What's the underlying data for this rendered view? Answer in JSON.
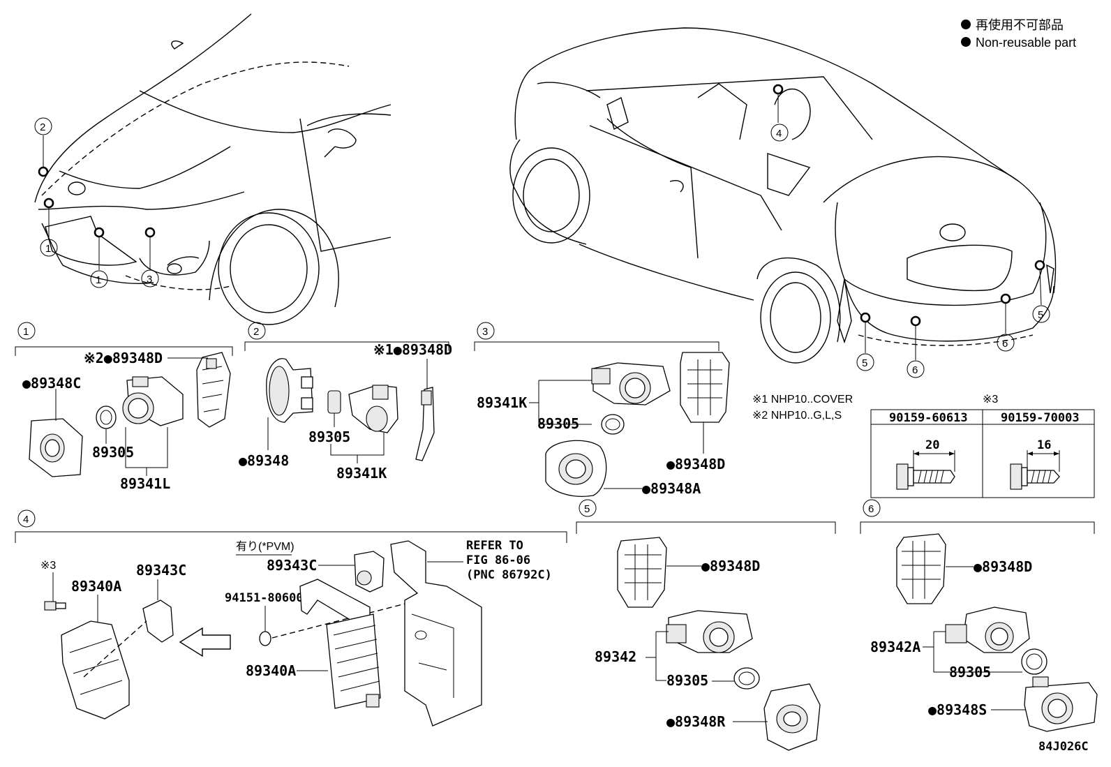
{
  "legend": {
    "line1": "再使用不可部品",
    "line2": "Non-reusable part"
  },
  "callouts": [
    "1",
    "2",
    "3",
    "4",
    "5",
    "6"
  ],
  "notes": {
    "note1": "※1 NHP10..COVER",
    "note2": "※2 NHP10..G,L,S",
    "note3_mark": "※3"
  },
  "bolt_table": {
    "col1_header": "90159-60613",
    "col2_header": "90159-70003",
    "col1_dim": "20",
    "col2_dim": "16"
  },
  "section1": {
    "p_89348D": "※2●89348D",
    "p_89348C": "●89348C",
    "p_89305": "89305",
    "p_89341L": "89341L"
  },
  "section2": {
    "p_89348D": "※1●89348D",
    "p_89305": "89305",
    "p_89348": "●89348",
    "p_89341K": "89341K"
  },
  "section3": {
    "p_89341K": "89341K",
    "p_89305": "89305",
    "p_89348D": "●89348D",
    "p_89348A": "●89348A"
  },
  "section4": {
    "mark3": "※3",
    "p_89340A_left": "89340A",
    "p_89343C_left": "89343C",
    "pvm_label": "有り(*PVM)",
    "p_89343C_mid": "89343C",
    "p_94151": "94151-80600",
    "p_89340A_mid": "89340A",
    "refer1": "REFER TO",
    "refer2": "FIG 86-06",
    "refer3": "(PNC 86792C)"
  },
  "section5": {
    "p_89348D": "●89348D",
    "p_89342": "89342",
    "p_89305": "89305",
    "p_89348R": "●89348R"
  },
  "section6": {
    "p_89348D": "●89348D",
    "p_89342A": "89342A",
    "p_89305": "89305",
    "p_89348S": "●89348S"
  },
  "figure_id": "84J026C"
}
